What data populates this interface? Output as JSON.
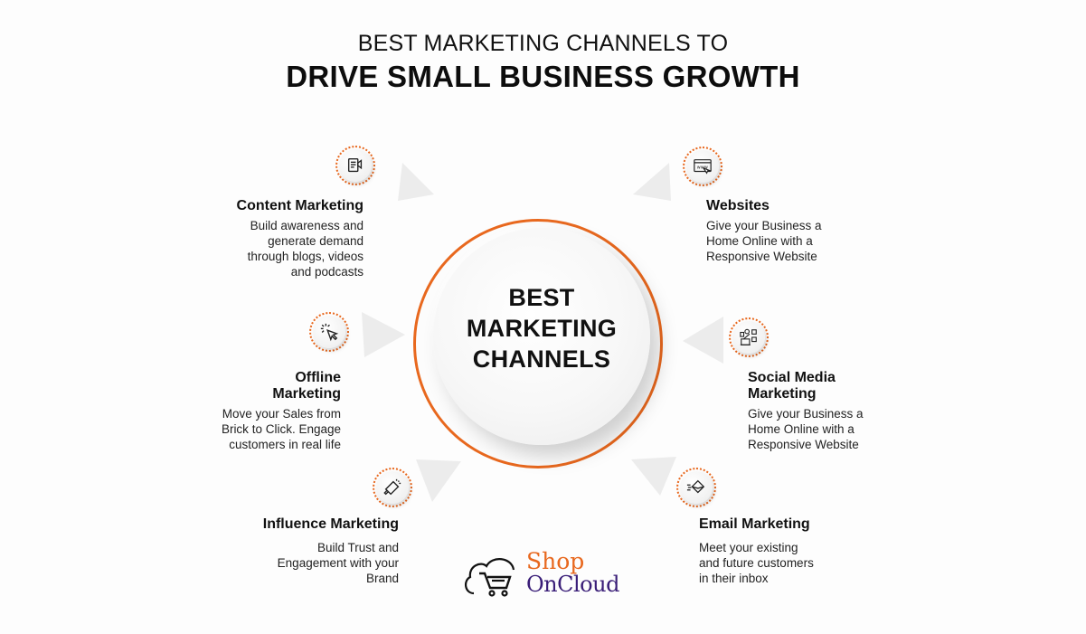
{
  "header": {
    "title_line1": "BEST MARKETING CHANNELS TO",
    "title_line2": "DRIVE SMALL BUSINESS GROWTH"
  },
  "center": {
    "lines": [
      "BEST",
      "MARKETING",
      "CHANNELS"
    ]
  },
  "channels": [
    {
      "id": "content-marketing",
      "icon": "document-megaphone-icon",
      "title": "Content Marketing",
      "description": [
        "Build awareness and",
        "generate demand",
        "through blogs, videos",
        "and podcasts"
      ]
    },
    {
      "id": "websites",
      "icon": "browser-www-icon",
      "title": "Websites",
      "description": [
        "Give your Business a",
        "Home Online with a",
        "Responsive Website"
      ]
    },
    {
      "id": "offline-marketing",
      "icon": "cursor-click-icon",
      "title": "Offline Marketing",
      "title_lines": [
        "Offline",
        "Marketing"
      ],
      "description": [
        "Move your Sales from",
        "Brick to Click. Engage",
        "customers in real life"
      ]
    },
    {
      "id": "social-media-marketing",
      "icon": "social-media-icon",
      "title": "Social Media Marketing",
      "title_lines": [
        "Social Media",
        "Marketing"
      ],
      "description": [
        "Give your Business a",
        "Home Online with a",
        "Responsive Website"
      ]
    },
    {
      "id": "influence-marketing",
      "icon": "megaphone-icon",
      "title": "Influence Marketing",
      "description": [
        "Build Trust and",
        "Engagement with your",
        "Brand"
      ]
    },
    {
      "id": "email-marketing",
      "icon": "email-envelope-icon",
      "title": "Email Marketing",
      "description": [
        "Meet your existing",
        "and future customers",
        "in their inbox"
      ]
    }
  ],
  "logo": {
    "line1": "Shop",
    "line2": "OnCloud",
    "icon": "cloud-cart-icon"
  },
  "colors": {
    "accent_orange": "#e8681e",
    "brand_purple": "#3a1e78",
    "text": "#111111",
    "background": "#fdfdfd"
  }
}
